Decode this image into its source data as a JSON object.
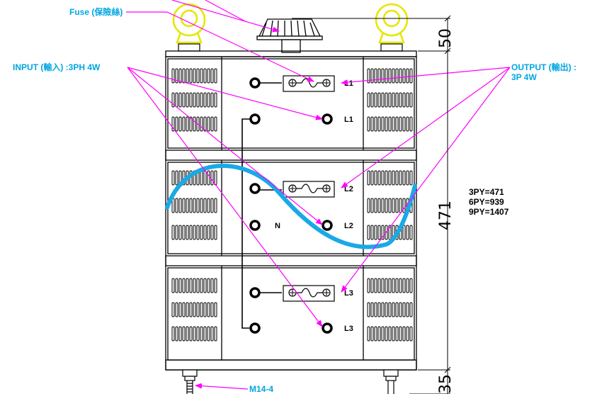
{
  "labels": {
    "fuse": "Fuse (保險絲)",
    "input": "INPUT (輸入) :3PH 4W",
    "output_line1": "OUTPUT (輸出) :",
    "output_line2": "3P 4W",
    "bolt": "M14-4"
  },
  "terminals": {
    "row1_out": "L1",
    "row1_in": "L1",
    "row2_out": "L2",
    "row2_neutral": "N",
    "row2_in": "L2",
    "row3_out": "L3",
    "row3_in": "L3"
  },
  "dimensions": {
    "top": "50",
    "height": "471",
    "bottom": "35"
  },
  "spec": {
    "line1": "3PY=471",
    "line2": "6PY=939",
    "line3": "9PY=1407"
  },
  "colors": {
    "annotation_text": "#00a6e0",
    "leader": "#ff00ff",
    "sine": "#1aa9e6",
    "lifting_ring": "#e6e600",
    "outline": "#000000"
  },
  "icons": [
    "lifting-ring-icon",
    "knob-icon",
    "fuse-icon",
    "terminal-icon",
    "vent-icon",
    "sine-wave-icon",
    "bolt-icon"
  ]
}
